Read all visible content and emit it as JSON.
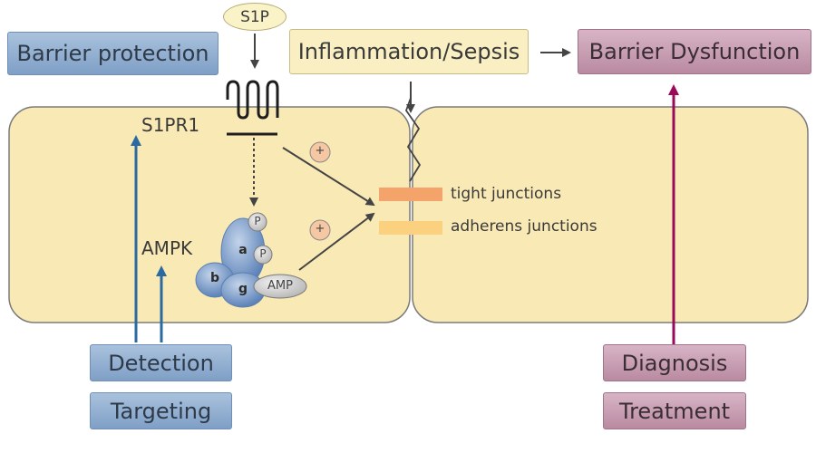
{
  "ligand": {
    "label": "S1P"
  },
  "left_top": {
    "label": "Barrier protection"
  },
  "middle_top": {
    "label": "Inflammation/Sepsis"
  },
  "right_top": {
    "label": "Barrier Dysfunction"
  },
  "receptor": {
    "label": "S1PR1"
  },
  "kinase": {
    "label": "AMPK",
    "subunit_a": "a",
    "subunit_b": "b",
    "subunit_g": "g",
    "phospho_1": "P",
    "phospho_2": "P",
    "amp": "AMP"
  },
  "plus_signs": [
    "+",
    "+"
  ],
  "junctions": {
    "tight": {
      "label": "tight junctions",
      "color": "#f4a46a"
    },
    "adherens": {
      "label": "adherens junctions",
      "color": "#fbd07e"
    }
  },
  "left_bottom": {
    "detection": "Detection",
    "targeting": "Targeting"
  },
  "right_bottom": {
    "diagnosis": "Diagnosis",
    "treatment": "Treatment"
  },
  "colors": {
    "cell_fill": "#f9e9b5",
    "cell_stroke": "#7a7a7a",
    "blue_arrow": "#2a6aa0",
    "magenta_arrow": "#9a0a5a",
    "dark_arrow": "#444444"
  }
}
